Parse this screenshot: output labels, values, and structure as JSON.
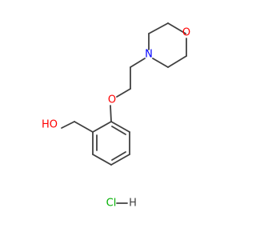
{
  "molecule": {
    "atoms": {
      "morpholine_oxygen": "O",
      "morpholine_nitrogen": "N",
      "ether_oxygen": "O",
      "hydroxyl": "HO"
    },
    "salt": {
      "cl": "Cl",
      "h": "H"
    }
  },
  "colors": {
    "bond": "#404040",
    "oxygen": "#ff0000",
    "nitrogen": "#0000ff",
    "chlorine": "#00b000",
    "hydrogen": "#404040"
  }
}
